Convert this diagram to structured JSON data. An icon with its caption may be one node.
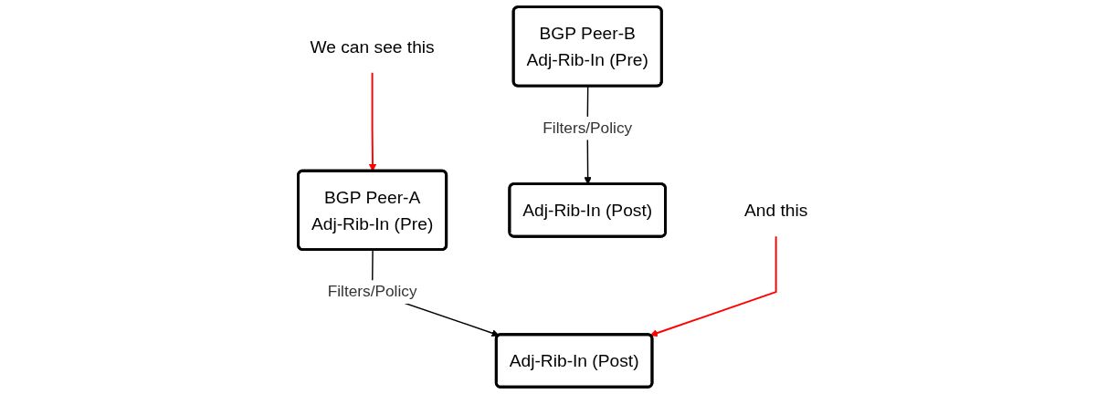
{
  "diagram": {
    "nodes": [
      {
        "text": [
          "BGP Peer-A",
          "Adj-Rib-In (Pre)"
        ]
      },
      {
        "text": [
          "BGP Peer-B",
          "Adj-Rib-In (Pre)"
        ]
      },
      {
        "text": [
          "Adj-Rib-In (Post)"
        ]
      },
      {
        "text": [
          "Adj-Rib-In (Post)"
        ]
      },
      {
        "text": [
          "We can see this"
        ]
      },
      {
        "text": [
          "And this"
        ]
      }
    ],
    "edges": [
      {
        "from": 0,
        "to": 2,
        "arrow": "to",
        "label": "Filters/Policy"
      },
      {
        "from": 1,
        "to": 3,
        "arrow": "to",
        "label": "Filters/Policy"
      },
      {
        "from": 4,
        "to": 0,
        "arrow": "to",
        "color": "#ff0000"
      },
      {
        "from": 5,
        "to": 2,
        "arrow": "to",
        "color": "#ff0000"
      }
    ]
  }
}
